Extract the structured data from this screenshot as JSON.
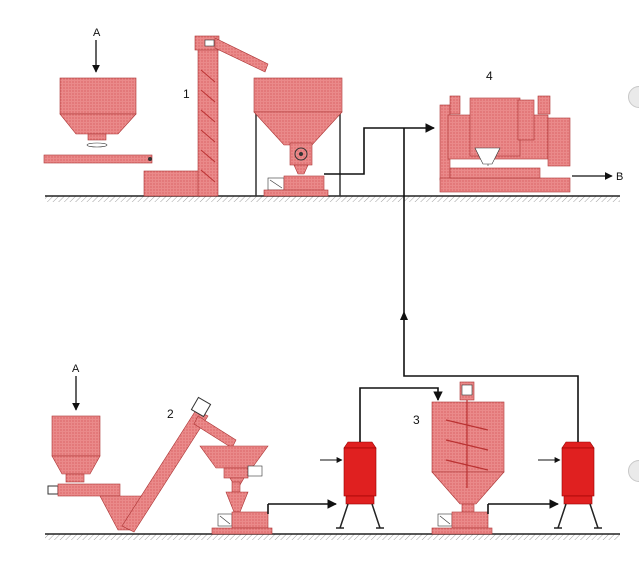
{
  "labels": {
    "feed_top": "A",
    "feed_bottom": "A",
    "output": "B",
    "unit_1": "1",
    "unit_2": "2",
    "unit_3": "3",
    "unit_4": "4"
  },
  "colors": {
    "hatch_red": "#e0686a",
    "solid_red": "#e02020",
    "line": "#111111",
    "ground": "#222222"
  }
}
